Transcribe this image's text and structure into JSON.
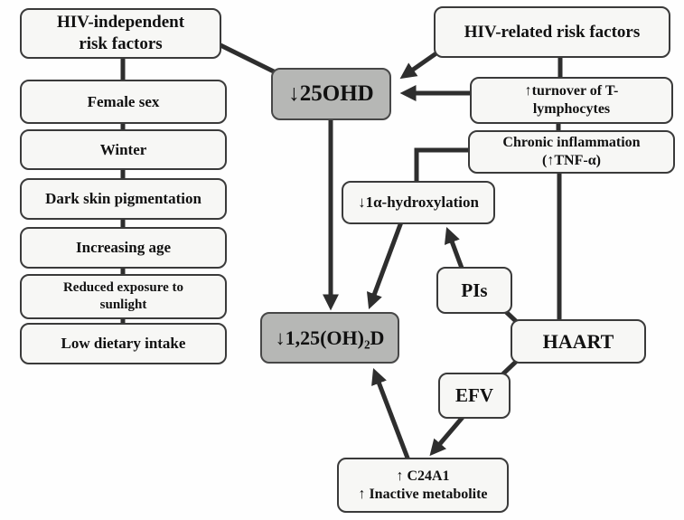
{
  "colors": {
    "background": "#fefefe",
    "node_fill": "#f7f7f5",
    "node_border": "#3a3a3a",
    "highlight_fill": "#b6b7b5",
    "line": "#2e2e2e"
  },
  "nodes": {
    "hiv_independent": {
      "line1": "HIV-independent",
      "line2": "risk factors"
    },
    "female_sex": {
      "label": "Female sex"
    },
    "winter": {
      "label": "Winter"
    },
    "dark_skin": {
      "label": "Dark skin pigmentation"
    },
    "increasing_age": {
      "label": "Increasing age"
    },
    "reduced_exposure": {
      "line1": "Reduced exposure to",
      "line2": "sunlight"
    },
    "low_dietary": {
      "label": "Low dietary intake"
    },
    "hiv_related": {
      "label": "HIV-related risk factors"
    },
    "ohd25": {
      "label": "↓25OHD"
    },
    "turnover": {
      "line1": "↑turnover of T-",
      "line2": "lymphocytes"
    },
    "chronic": {
      "line1": "Chronic inflammation",
      "line2": "(↑TNF-α)"
    },
    "hydroxylation": {
      "label": "↓1α-hydroxylation"
    },
    "pis": {
      "label": "PIs"
    },
    "haart": {
      "label": "HAART"
    },
    "efv": {
      "label": "EFV"
    },
    "d125": {
      "label": "↓1,25(OH)₂D"
    },
    "c24a1": {
      "line1": "↑ C24A1",
      "line2": "↑ Inactive metabolite"
    }
  },
  "edges": [
    {
      "from": "HIV-independent risk factors",
      "to": "Female sex / Winter / Dark skin pigmentation / Increasing age / Reduced exposure to sunlight / Low dietary intake",
      "style": "chain-lines"
    },
    {
      "from": "HIV-independent risk factors",
      "to": "↓25OHD",
      "style": "line"
    },
    {
      "from": "HIV-related risk factors",
      "to": "↓25OHD",
      "style": "arrow"
    },
    {
      "from": "HIV-related risk factors",
      "to": "↑turnover of T-lymphocytes",
      "style": "line"
    },
    {
      "from": "↑turnover of T-lymphocytes",
      "to": "↓25OHD",
      "style": "arrow"
    },
    {
      "from": "↑turnover of T-lymphocytes",
      "to": "Chronic inflammation (↑TNF-α)",
      "style": "line"
    },
    {
      "from": "Chronic inflammation (↑TNF-α)",
      "to": "↓1α-hydroxylation",
      "style": "elbow-line"
    },
    {
      "from": "Chronic inflammation (↑TNF-α)",
      "to": "HAART",
      "style": "line"
    },
    {
      "from": "↓25OHD",
      "to": "↓1,25(OH)₂D",
      "style": "arrow"
    },
    {
      "from": "↓1α-hydroxylation",
      "to": "↓1,25(OH)₂D",
      "style": "arrow"
    },
    {
      "from": "PIs",
      "to": "↓1α-hydroxylation",
      "style": "arrow"
    },
    {
      "from": "HAART",
      "to": "PIs",
      "style": "line"
    },
    {
      "from": "HAART",
      "to": "EFV",
      "style": "line"
    },
    {
      "from": "EFV",
      "to": "↑ C24A1 / ↑ Inactive metabolite",
      "style": "arrow"
    },
    {
      "from": "↑ C24A1 / ↑ Inactive metabolite",
      "to": "↓1,25(OH)₂D",
      "style": "arrow"
    }
  ]
}
